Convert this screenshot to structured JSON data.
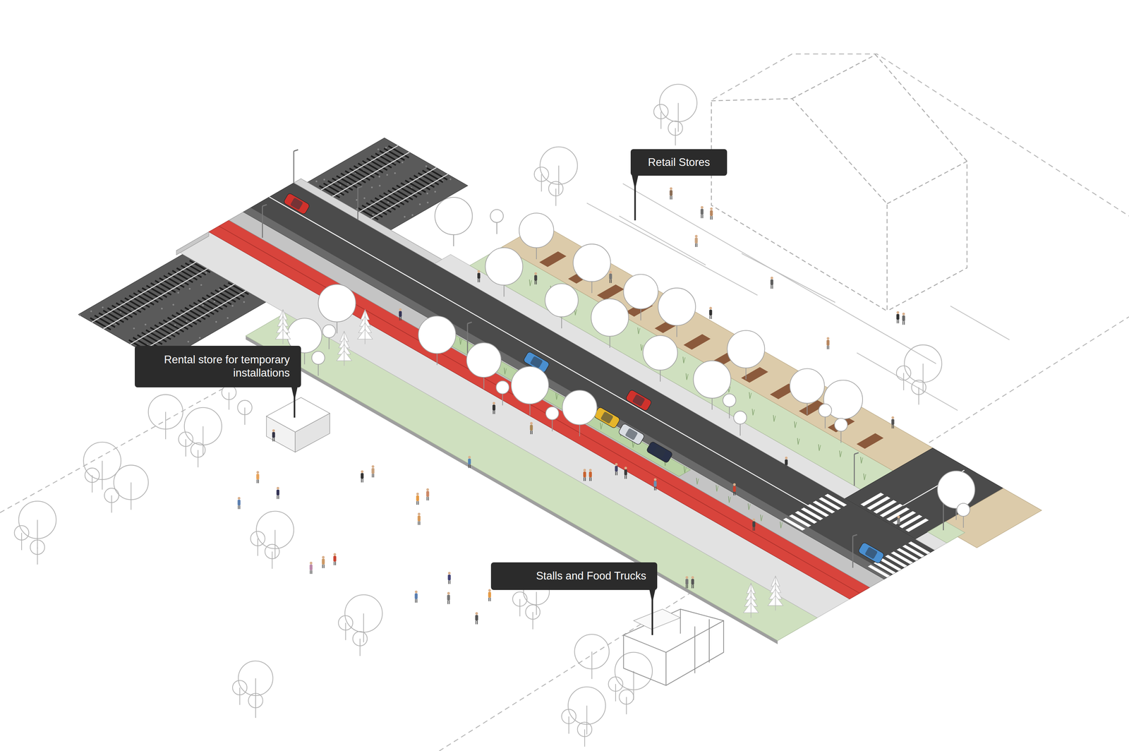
{
  "diagram": {
    "nodes": [
      {
        "text": [
          "Retail Stores"
        ]
      },
      {
        "text": [
          "Rental store for temporary installations"
        ]
      },
      {
        "text": [
          "Stalls and Food Trucks"
        ]
      }
    ]
  }
}
